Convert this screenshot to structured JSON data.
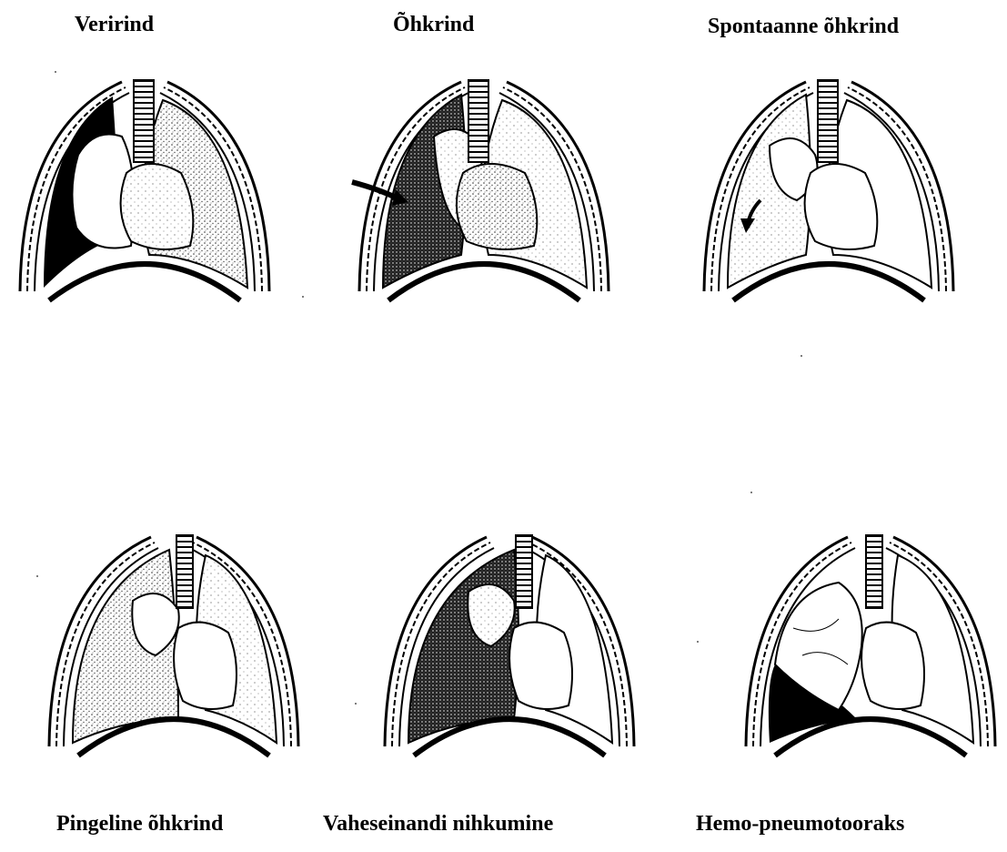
{
  "panels": [
    {
      "label": "Verirind",
      "icon": "hemothorax-lung-icon"
    },
    {
      "label": "Õhkrind",
      "icon": "pneumothorax-lung-icon"
    },
    {
      "label": "Spontaanne õhkrind",
      "icon": "spontaneous-pneumothorax-lung-icon"
    },
    {
      "label": "Pingeline õhkrind",
      "icon": "tension-pneumothorax-lung-icon"
    },
    {
      "label": "Vaheseinandi nihkumine",
      "icon": "mediastinal-shift-lung-icon"
    },
    {
      "label": "Hemo-pneumotooraks",
      "icon": "hemopneumothorax-lung-icon"
    }
  ],
  "colors": {
    "ink": "#000000",
    "background": "#ffffff",
    "stipple": "#6a6a6a"
  }
}
